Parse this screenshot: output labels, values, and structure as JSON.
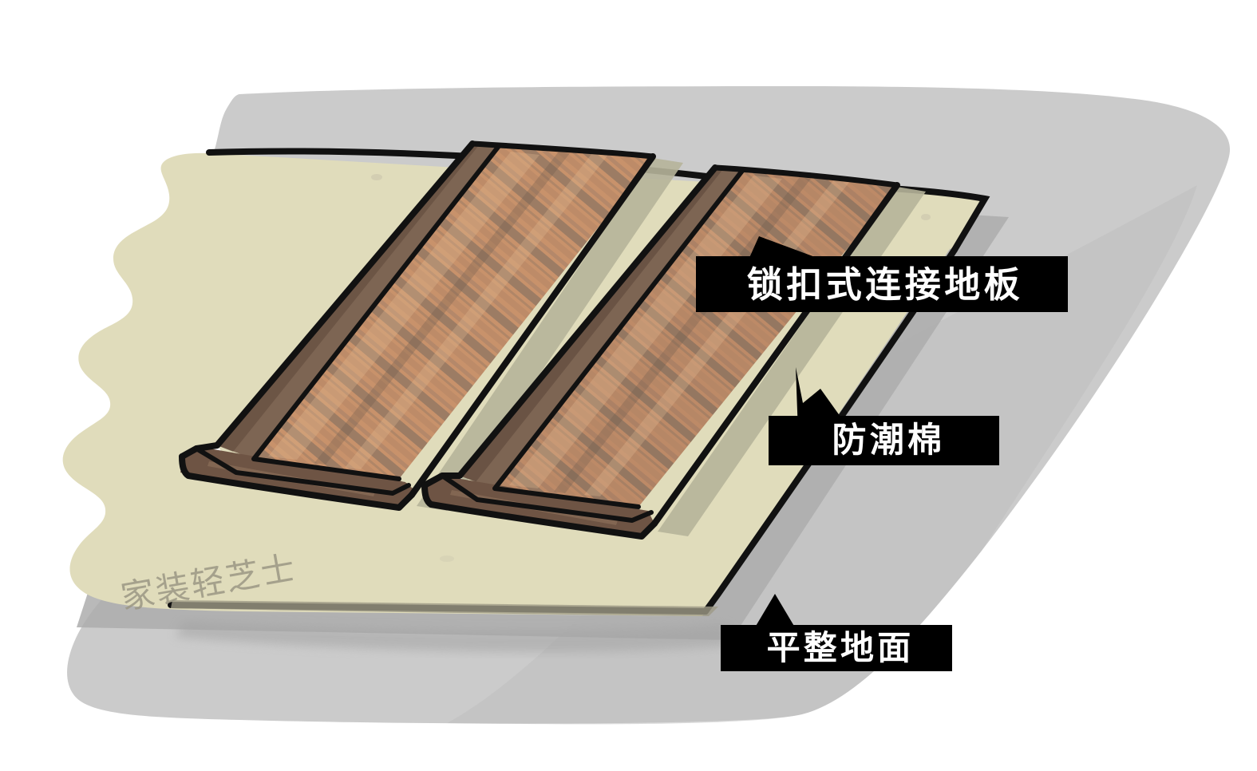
{
  "illustration": {
    "title": "Laminate floor installation cross-section sketch",
    "palette": {
      "background": "#ffffff",
      "subfloor_gray": "#cbcbcb",
      "subfloor_shadow": "#b4b4b4",
      "underlay_beige": "#e0dcbb",
      "underlay_shadow": "#b4b294",
      "plank_light": "#c8926b",
      "plank_mid": "#a9836a",
      "plank_dark": "#8d7461",
      "plank_edge_front": "#6e5444",
      "plank_edge_side": "#7d6553",
      "plank_edge_dark": "#5e483a",
      "highlight_white": "#ffffff",
      "outline_black": "#111111",
      "callout_bg": "#000000",
      "callout_text": "#ffffff",
      "watermark_text": "#9b9784"
    }
  },
  "callouts": [
    {
      "id": "floorboard",
      "label": "锁扣式连接地板",
      "arrow": "up-left"
    },
    {
      "id": "underlay",
      "label": "防潮棉",
      "arrow": "up-left"
    },
    {
      "id": "subfloor",
      "label": "平整地面",
      "arrow": "up"
    }
  ],
  "watermark": {
    "text": "家装轻芝士"
  }
}
